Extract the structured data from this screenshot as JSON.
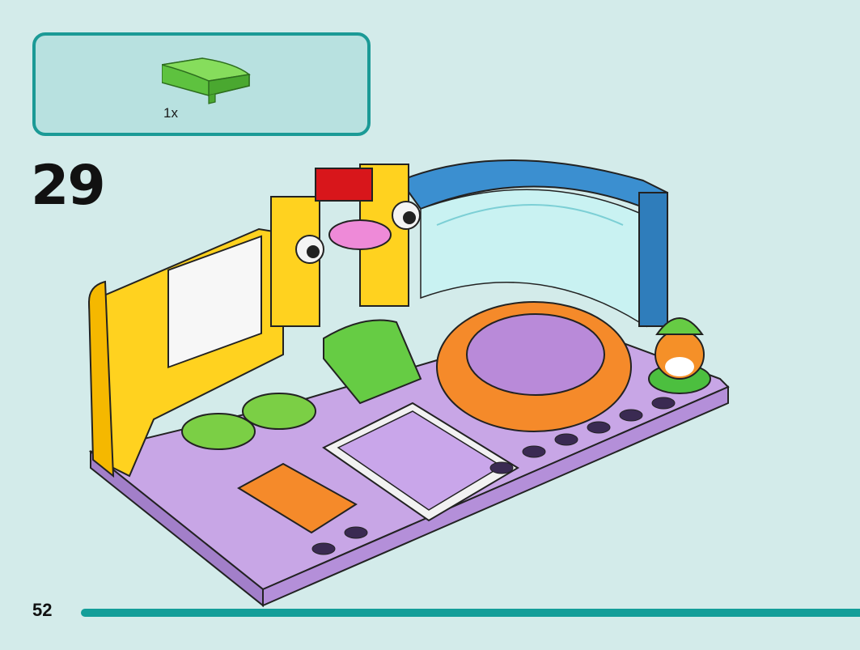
{
  "step": {
    "number": "29",
    "parts": [
      {
        "quantity_label": "1x",
        "icon": "green-curved-slope-brick-icon",
        "color": "#66cc44"
      }
    ]
  },
  "page": {
    "number": "52"
  },
  "colors": {
    "background": "#d3ebea",
    "accent": "#139e99",
    "parts_box_fill": "#b8e1e0"
  },
  "illustration": {
    "icon": "lego-pet-playroom-build-illustration"
  }
}
